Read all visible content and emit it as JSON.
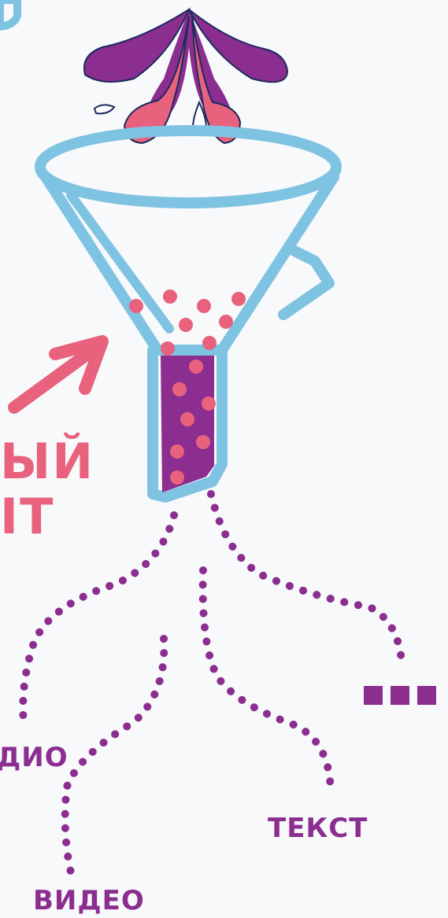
{
  "colors": {
    "background": "#f8f9fb",
    "funnel": "#7fc3e2",
    "purple": "#8b2e8f",
    "pink": "#e8627e",
    "dots": "#8b2e8f"
  },
  "labels": {
    "left_line1": "ЫЙ",
    "left_line2": "IТ",
    "audio": "ДИО",
    "video": "ВИДЕО",
    "text": "ТЕКСТ",
    "more": "..."
  }
}
